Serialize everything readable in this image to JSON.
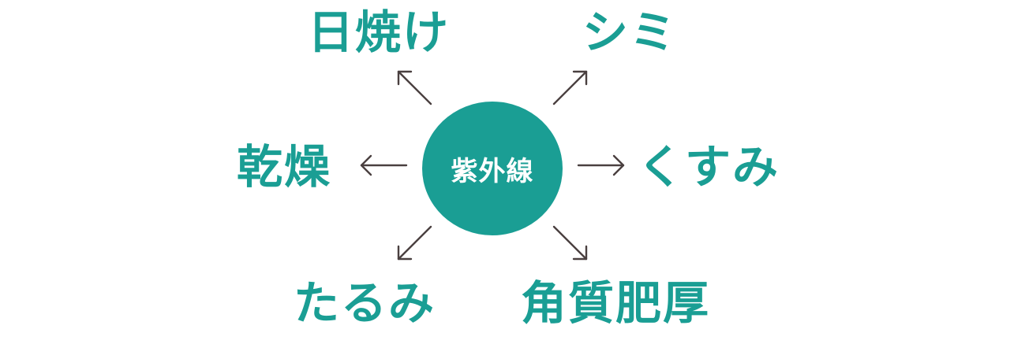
{
  "diagram": {
    "center": {
      "label": "紫外線",
      "color": "#1a9e94"
    },
    "effects": [
      {
        "label": "日焼け"
      },
      {
        "label": "シミ"
      },
      {
        "label": "乾燥"
      },
      {
        "label": "くすみ"
      },
      {
        "label": "たるみ"
      },
      {
        "label": "角質肥厚"
      }
    ],
    "text_color": "#1a9e94",
    "arrow_color": "#4a4040"
  }
}
